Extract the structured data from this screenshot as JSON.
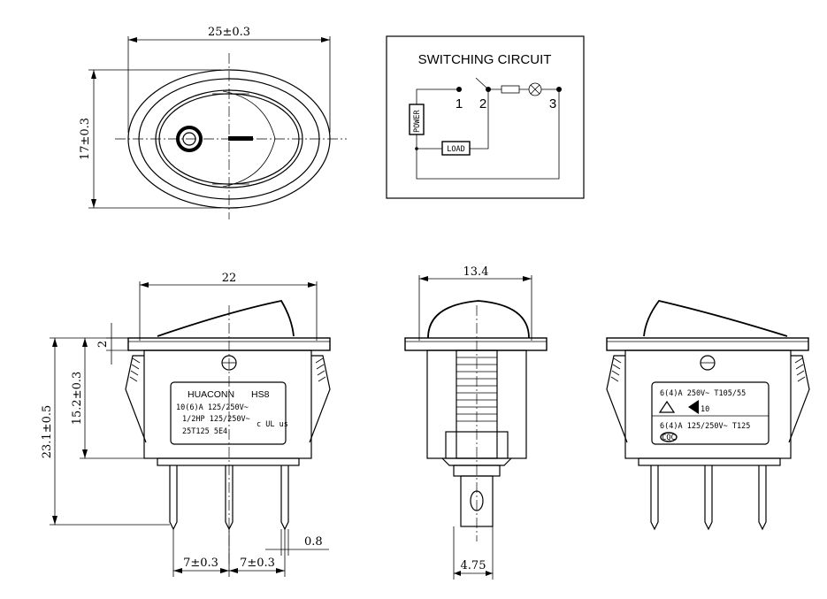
{
  "dimensions": {
    "top_width": "25±0.3",
    "top_height": "17±0.3",
    "body_width": "22",
    "flange": "2",
    "body_height": "15.2±0.3",
    "total_height": "23.1±0.5",
    "pitch_left": "7±0.3",
    "pitch_right": "7±0.3",
    "pin_thickness": "0.8",
    "side_width": "13.4",
    "pin_width": "4.75"
  },
  "circuit": {
    "title": "SWITCHING CIRCUIT",
    "power_label": "POWER",
    "load_label": "LOAD",
    "terminal_1": "1",
    "terminal_2": "2",
    "terminal_3": "3"
  },
  "front_label": {
    "brand": "HUACONN",
    "model": "HS8",
    "line1": "10(6)A 125/250V~",
    "line2": "1/2HP 125/250V~",
    "line3": "25T125 5E4",
    "cert_mark": "c UL us"
  },
  "back_label": {
    "line1": "6(4)A 250V~ T105/55",
    "cert_number": "10",
    "line2": "6(4)A 125/250V~ T125",
    "cert_mark": "CQC"
  }
}
